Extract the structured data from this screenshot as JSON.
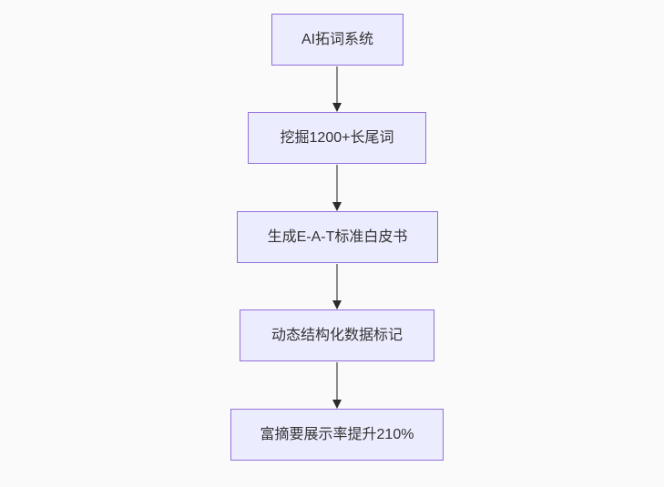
{
  "page": {
    "background_color": "#fafafa"
  },
  "flowchart": {
    "type": "flowchart",
    "direction": "top-down",
    "node_fill_color": "#ECECFF",
    "node_border_color": "#9370DB",
    "text_color": "#333333",
    "arrow_line_color": "#8a8a8a",
    "arrow_head_color": "#2b2b2b",
    "nodes": [
      {
        "label": "AI拓词系统"
      },
      {
        "label": "挖掘1200+长尾词"
      },
      {
        "label": "生成E-A-T标准白皮书"
      },
      {
        "label": "动态结构化数据标记"
      },
      {
        "label": "富摘要展示率提升210%"
      }
    ],
    "edges": [
      {
        "from": 0,
        "to": 1
      },
      {
        "from": 1,
        "to": 2
      },
      {
        "from": 2,
        "to": 3
      },
      {
        "from": 3,
        "to": 4
      }
    ]
  }
}
